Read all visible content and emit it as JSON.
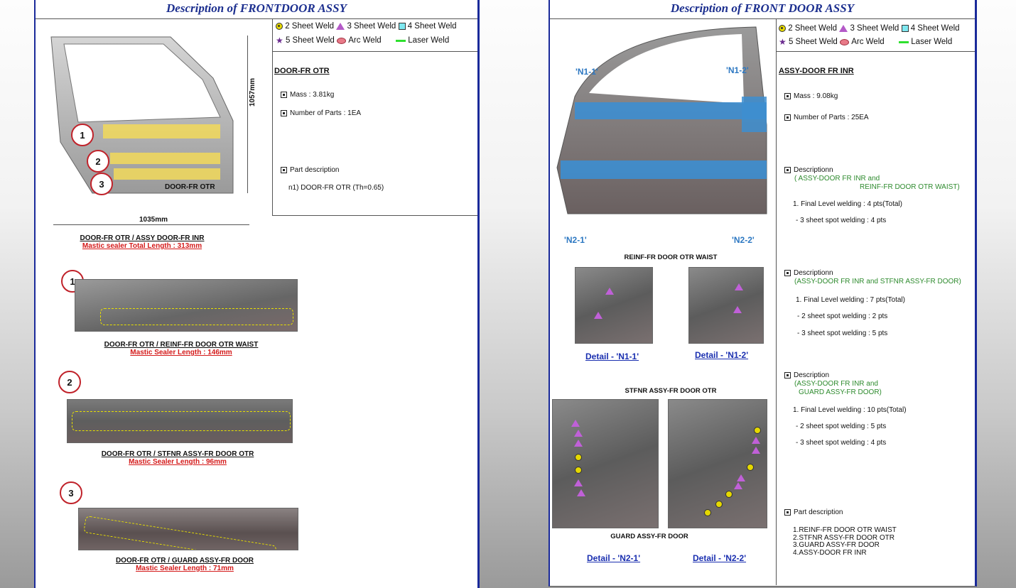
{
  "left": {
    "title": "Description of FRONTDOOR ASSY",
    "legend": [
      "2 Sheet Weld",
      "3 Sheet Weld",
      "4 Sheet Weld",
      "5 Sheet Weld",
      "Arc Weld",
      "Laser Weld"
    ],
    "part_name": "DOOR-FR OTR",
    "mass": "Mass : 3.81kg",
    "num_parts": "Number of Parts : 1EA",
    "part_desc_label": "Part description",
    "part_desc_1": "n1) DOOR-FR OTR (Th=0.65)",
    "dim_height": "1057mm",
    "dim_width": "1035mm",
    "photo_label": "DOOR-FR OTR",
    "circles": [
      "1",
      "2",
      "3"
    ],
    "main_caption": "DOOR-FR OTR / ASSY DOOR-FR INR",
    "main_sub": "Mastic sealer Total Length : 313mm",
    "sections": [
      {
        "num": "1",
        "caption": "DOOR-FR OTR / REINF-FR DOOR OTR WAIST",
        "sub": "Mastic Sealer Length : 146mm"
      },
      {
        "num": "2",
        "caption": "DOOR-FR OTR / STFNR ASSY-FR DOOR OTR",
        "sub": "Mastic Sealer Length : 96mm"
      },
      {
        "num": "3",
        "caption": "DOOR-FR OTR / GUARD ASSY-FR DOOR",
        "sub": "Mastic Sealer Length : 71mm"
      }
    ]
  },
  "right": {
    "title": "Description of FRONT DOOR ASSY",
    "legend": [
      "2 Sheet Weld",
      "3 Sheet Weld",
      "4 Sheet Weld",
      "5 Sheet Weld",
      "Arc Weld",
      "Laser Weld"
    ],
    "part_name": "ASSY-DOOR FR INR",
    "mass": "Mass : 9.08kg",
    "num_parts": "Number of Parts : 25EA",
    "callouts": [
      "'N1-1'",
      "'N1-2'",
      "'N2-1'",
      "'N2-2'"
    ],
    "reinf_label": "REINF-FR DOOR OTR WAIST",
    "stfnr_label": "STFNR ASSY-FR DOOR OTR",
    "guard_label": "GUARD ASSY-FR DOOR",
    "details": [
      "Detail - 'N1-1'",
      "Detail - 'N1-2'",
      "Detail - 'N2-1'",
      "Detail - 'N2-2'"
    ],
    "desc1": {
      "label": "Descriptionn",
      "sub1": "( ASSY-DOOR FR INR and",
      "sub2": "REINF-FR DOOR OTR WAIST)",
      "l1": "1. Final Level welding : 4 pts(Total)",
      "l2": "- 3 sheet spot welding : 4 pts"
    },
    "desc2": {
      "label": "Descriptionn",
      "sub1": "(ASSY-DOOR FR INR and STFNR ASSY-FR DOOR)",
      "l1": "1. Final Level welding : 7 pts(Total)",
      "l2": "- 2 sheet spot welding : 2 pts",
      "l3": "- 3 sheet spot welding : 5 pts"
    },
    "desc3": {
      "label": "Description",
      "sub1": "(ASSY-DOOR FR INR and",
      "sub2": "GUARD ASSY-FR DOOR)",
      "l1": "1. Final Level welding : 10 pts(Total)",
      "l2": "- 2 sheet spot welding : 5 pts",
      "l3": "- 3 sheet spot welding : 4 pts"
    },
    "part_desc_label": "Part description",
    "part_list": [
      "1.REINF-FR DOOR OTR WAIST",
      "2.STFNR ASSY-FR DOOR OTR",
      "3.GUARD ASSY-FR DOOR",
      "4.ASSY-DOOR FR INR"
    ]
  }
}
